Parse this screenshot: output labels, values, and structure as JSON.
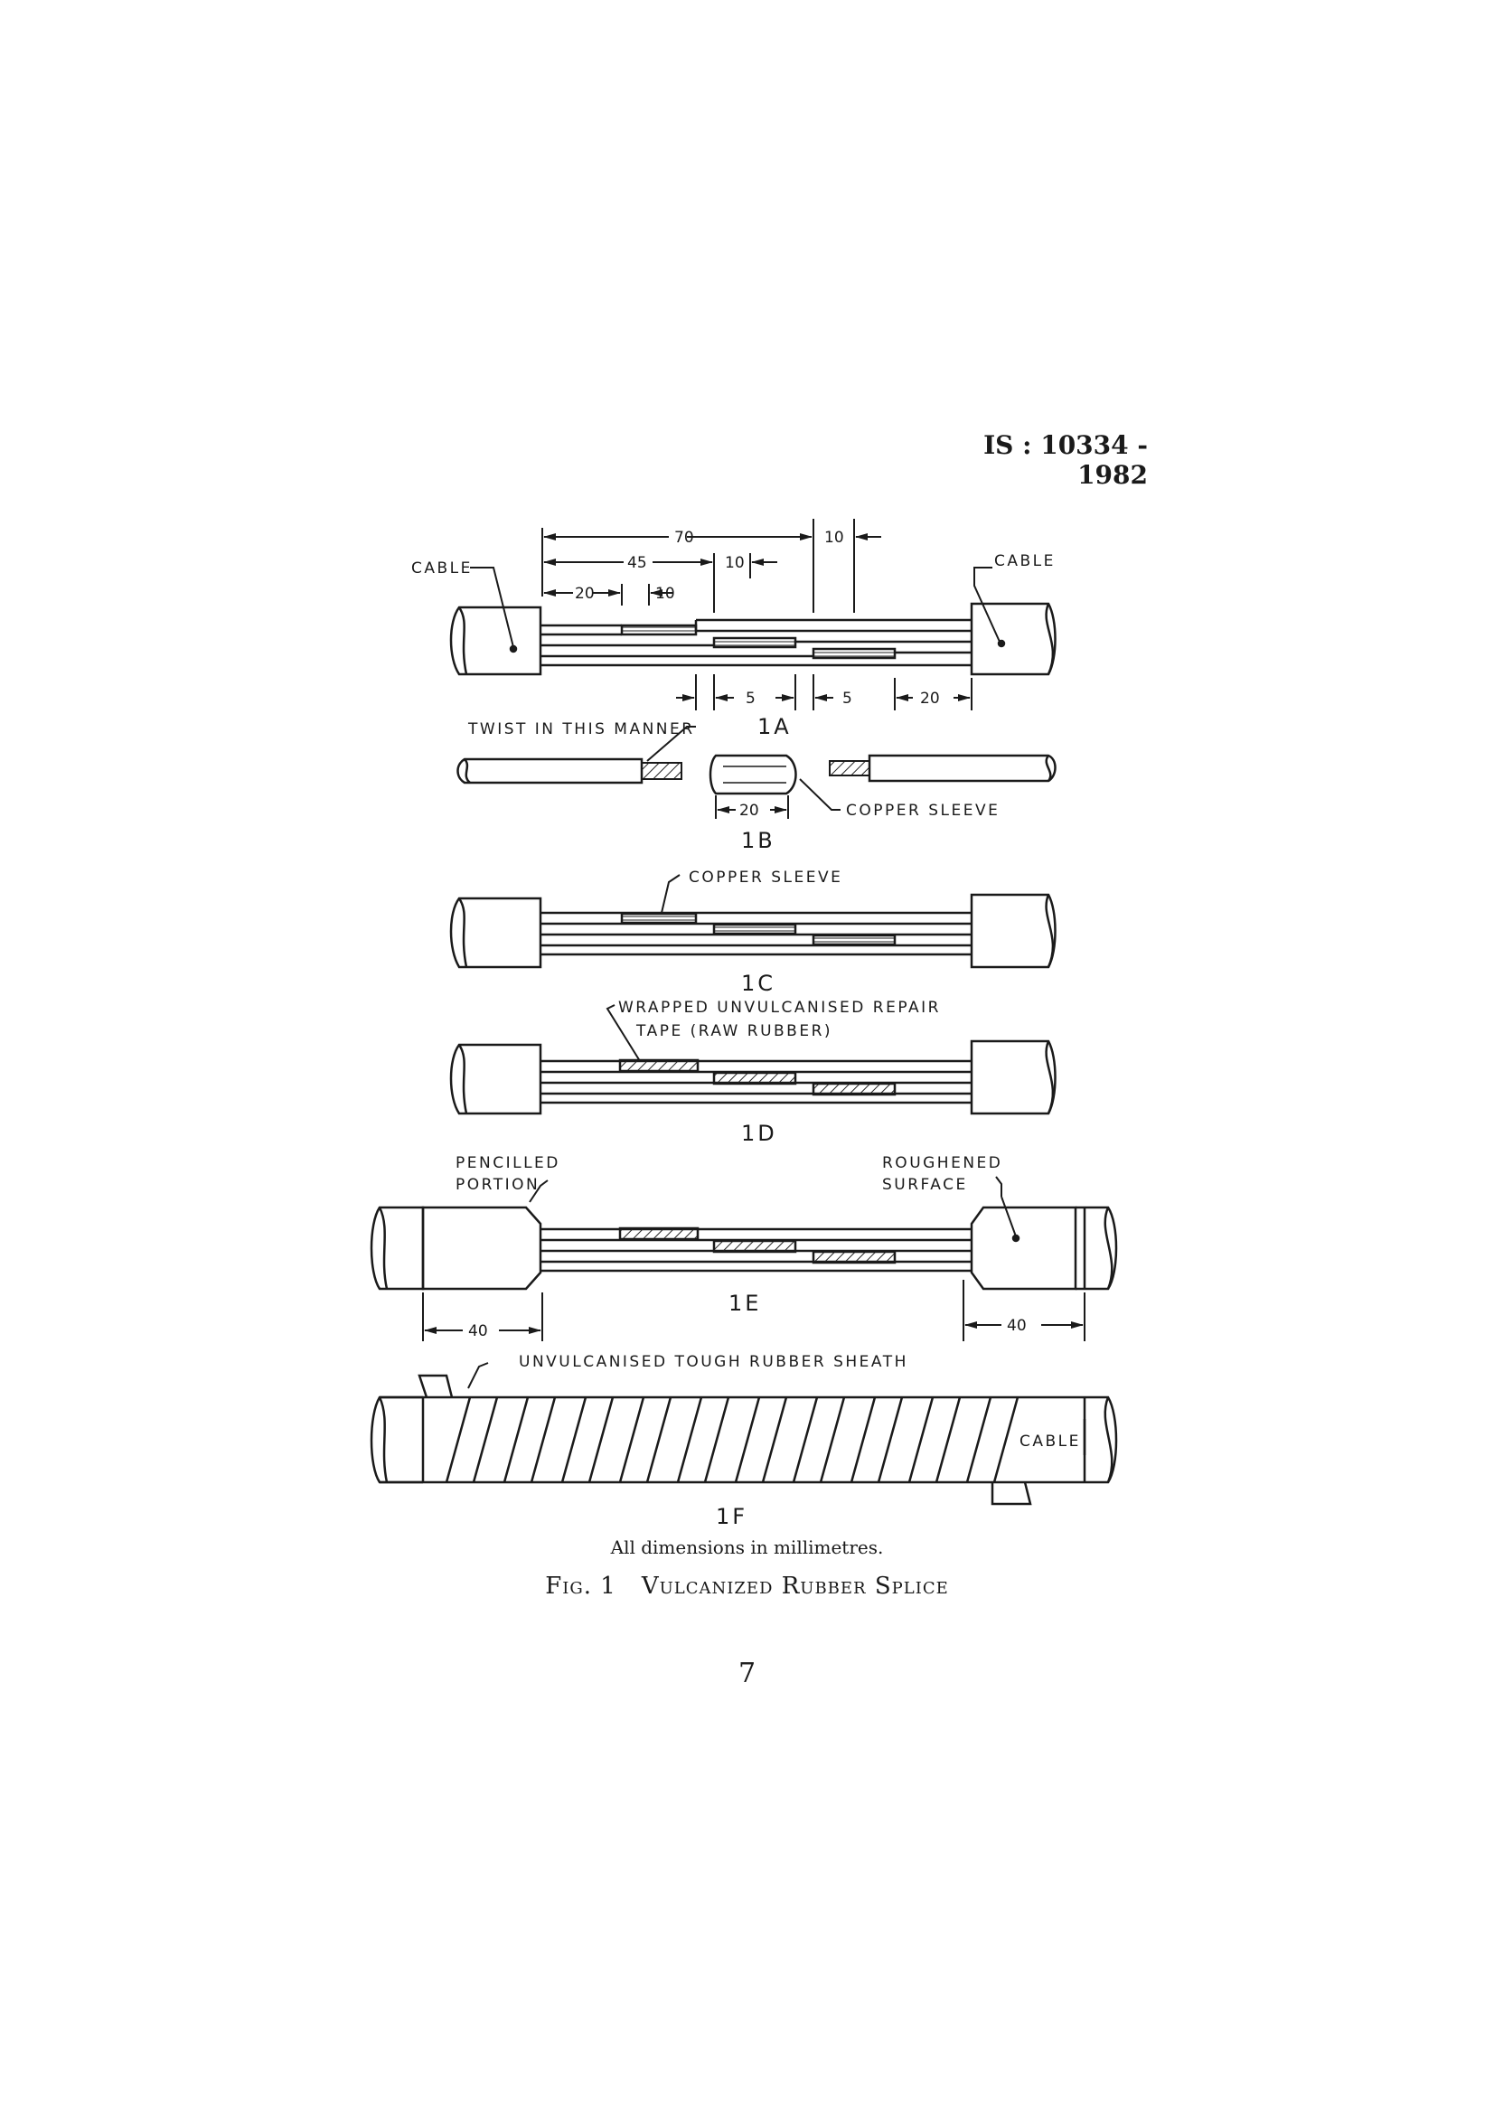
{
  "header": {
    "standard_number": "IS : 10334 - 1982"
  },
  "figure": {
    "fig_1a": {
      "sub_label": "1A",
      "label_cable_left": "CABLE",
      "label_cable_right": "CABLE",
      "dim_70": "70",
      "dim_10_top": "10",
      "dim_45": "45",
      "dim_10_mid": "10",
      "dim_20_top": "20",
      "dim_10_small": "10",
      "dim_5_left": "5",
      "dim_5_right": "5",
      "dim_20_bottom": "20"
    },
    "fig_1b": {
      "sub_label": "1B",
      "label_twist": "TWIST IN THIS MANNER",
      "label_copper_sleeve": "COPPER SLEEVE",
      "dim_20": "20"
    },
    "fig_1c": {
      "sub_label": "1C",
      "label_copper_sleeve": "COPPER SLEEVE"
    },
    "fig_1d": {
      "sub_label": "1D",
      "label_tape_line1": "WRAPPED UNVULCANISED REPAIR",
      "label_tape_line2": "TAPE (RAW RUBBER)"
    },
    "fig_1e": {
      "sub_label": "1E",
      "label_pencilled_line1": "PENCILLED",
      "label_pencilled_line2": "PORTION",
      "label_roughened_line1": "ROUGHENED",
      "label_roughened_line2": "SURFACE",
      "dim_40_left": "40",
      "dim_40_right": "40"
    },
    "fig_1f": {
      "sub_label": "1F",
      "label_sheath": "UNVULCANISED TOUGH RUBBER SHEATH",
      "label_cable": "CABLE"
    }
  },
  "note": "All dimensions in millimetres.",
  "caption": {
    "fig_num": "Fig. 1",
    "title": "Vulcanized Rubber Splice"
  },
  "page_number": "7"
}
